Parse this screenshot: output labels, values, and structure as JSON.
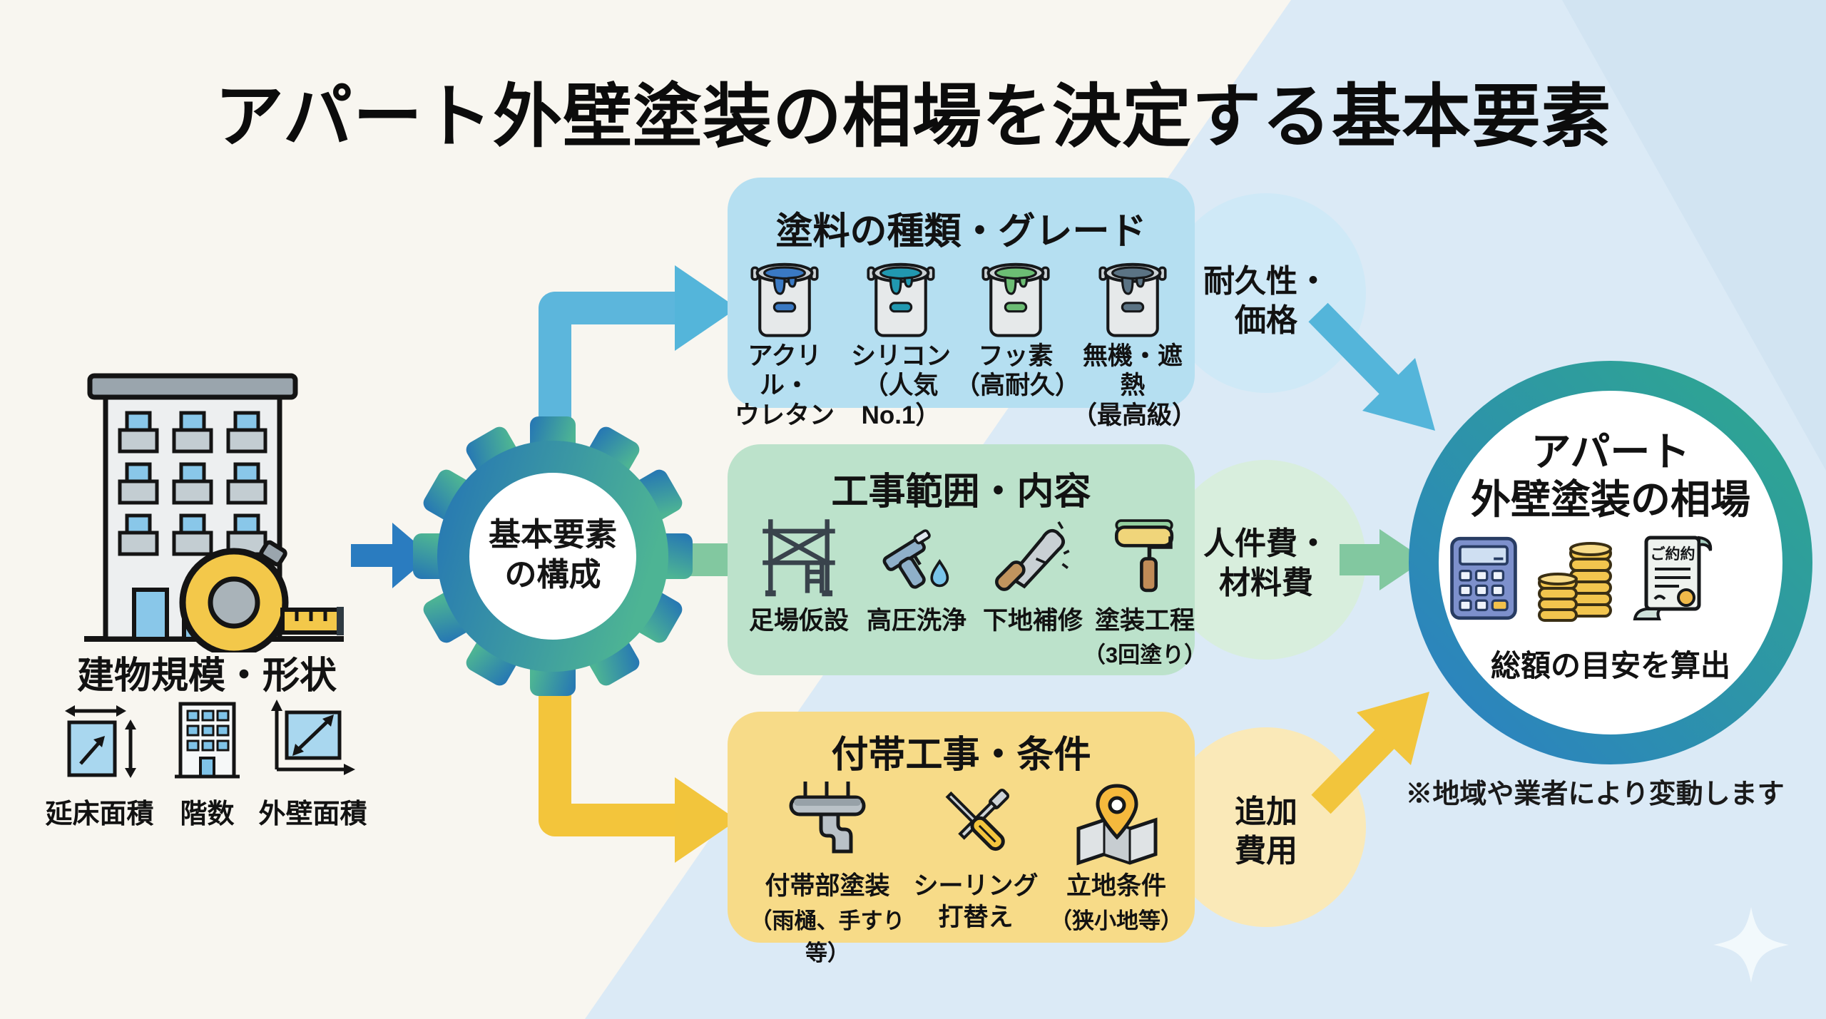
{
  "title": "アパート外壁塗装の相場を決定する基本要素",
  "left": {
    "label": "建物規模・形状",
    "metrics": [
      {
        "label": "延床面積"
      },
      {
        "label": "階数"
      },
      {
        "label": "外壁面積"
      }
    ]
  },
  "gear": {
    "line1": "基本要素",
    "line2": "の構成"
  },
  "boxes": {
    "paint": {
      "title": "塗料の種類・グレード",
      "items": [
        {
          "line1": "アクリル・",
          "line2": "ウレタン",
          "color": "#3a79c3"
        },
        {
          "line1": "シリコン",
          "line2": "（人気No.1）",
          "color": "#2198b0"
        },
        {
          "line1": "フッ素",
          "line2": "（高耐久）",
          "color": "#6cbd74"
        },
        {
          "line1": "無機・遮熱",
          "line2": "（最高級）",
          "color": "#5b7384"
        }
      ],
      "outcome_line1": "耐久性・",
      "outcome_line2": "価格"
    },
    "work": {
      "title": "工事範囲・内容",
      "items": [
        {
          "label": "足場仮設"
        },
        {
          "label": "高圧洗浄"
        },
        {
          "label": "下地補修"
        },
        {
          "label": "塗装工程",
          "sub": "（3回塗り）"
        }
      ],
      "outcome_line1": "人件費・",
      "outcome_line2": "材料費"
    },
    "extra": {
      "title": "付帯工事・条件",
      "items": [
        {
          "label": "付帯部塗装",
          "sub": "（雨樋、手すり等）"
        },
        {
          "label": "シーリング",
          "sub": "打替え"
        },
        {
          "label": "立地条件",
          "sub": "（狭小地等）"
        }
      ],
      "outcome_line1": "追加",
      "outcome_line2": "費用"
    }
  },
  "result": {
    "line1": "アパート",
    "line2": "外壁塗装の相場",
    "caption": "総額の目安を算出",
    "contract_label": "ご約約",
    "note": "※地域や業者により変動します"
  },
  "colors": {
    "bg_cream": "#f8f6f0",
    "bg_blue": "#dbeaf6",
    "bg_blue_deep": "#d2e4f2",
    "paint_box": "#b5dff1",
    "paint_bulge": "#cfe9f7",
    "work_box": "#bce2cb",
    "work_bulge": "#d8eedd",
    "extra_box": "#f7db88",
    "extra_bulge": "#fae9b8",
    "solid_blue": "#2a7cc0",
    "arrow_blue": "#54b5da",
    "arrow_green": "#82c8a0",
    "arrow_yellow": "#f2c53c",
    "gear_from": "#2474b5",
    "gear_to": "#4db494",
    "ring_from": "#2b80c3",
    "ring_to": "#2fa88e"
  }
}
